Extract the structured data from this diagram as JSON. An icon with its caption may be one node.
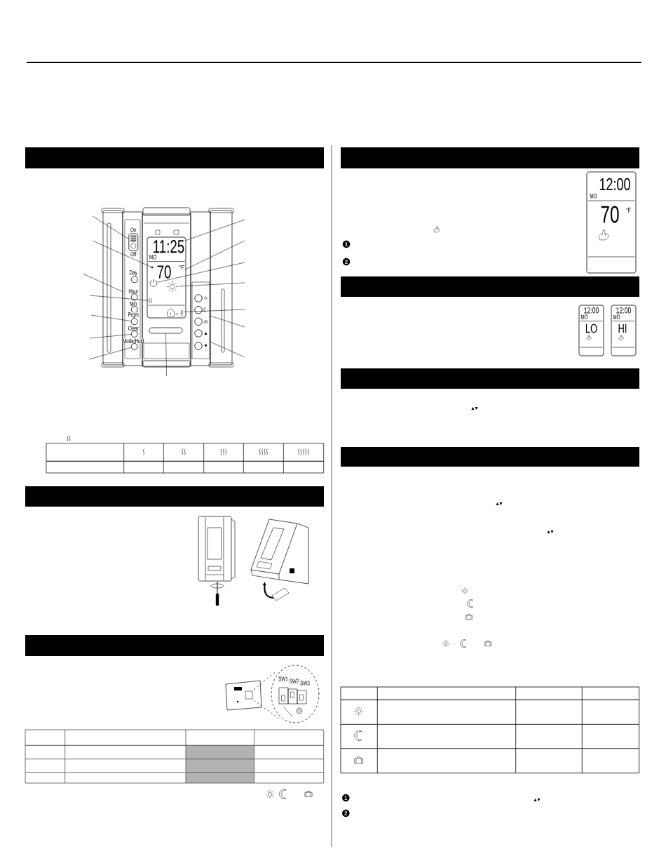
{
  "diagram": {
    "nodes": [
      {
        "text": [],
        "shape": "bar"
      },
      {
        "text": [],
        "shape": "box"
      },
      {
        "text": [
          "On",
          "Off"
        ]
      },
      {
        "text": [
          "Day"
        ]
      },
      {
        "text": [
          "Hour"
        ]
      },
      {
        "text": [
          "Min"
        ]
      },
      {
        "text": [
          "Prgm"
        ]
      },
      {
        "text": [
          "Clear"
        ]
      },
      {
        "text": [
          "Mode/Hold"
        ]
      },
      {
        "text": [
          "MO",
          "70"
        ]
      },
      {
        "text": [
          "11:25"
        ],
        "in": 9
      },
      {
        "text": [
          "°F"
        ],
        "in": 9
      },
      {
        "text": [],
        "shape": "circle",
        "in": 9
      },
      {
        "text": [],
        "shape": "picture",
        "in": 9
      },
      {
        "text": [],
        "shape": "picture",
        "in": 9
      },
      {
        "text": [],
        "shape": "picture",
        "in": 9
      },
      {
        "text": [],
        "shape": "picture",
        "in": 9
      },
      {
        "text": [],
        "shape": "box"
      },
      {
        "text": [],
        "shape": "circle"
      },
      {
        "text": [],
        "shape": "circle"
      },
      {
        "text": [],
        "shape": "circle"
      },
      {
        "text": [],
        "shape": "circle"
      },
      {
        "text": [],
        "shape": "circle"
      },
      {
        "text": [],
        "shape": "box"
      },
      {
        "text": [],
        "shape": "bar"
      },
      {
        "text": [],
        "shape": "bar"
      },
      {
        "text": [],
        "shape": "bar"
      },
      {
        "text": [
          "12:00",
          "MO",
          "70",
          "°F"
        ]
      },
      {
        "text": [],
        "shape": "bar"
      },
      {
        "text": [
          "12:00",
          "MO",
          "LO"
        ]
      },
      {
        "text": [
          "12:00",
          "MO",
          "HI"
        ]
      },
      {
        "text": [],
        "shape": "bar"
      },
      {
        "text": [],
        "shape": "bar"
      }
    ],
    "edges": [
      {
        "from": null,
        "to": 2,
        "arrow": "none"
      },
      {
        "from": null,
        "to": 12,
        "arrow": "none"
      },
      {
        "from": null,
        "to": 1,
        "arrow": "none"
      },
      {
        "from": null,
        "to": 15,
        "arrow": "none"
      },
      {
        "from": null,
        "to": 6,
        "arrow": "none"
      },
      {
        "from": null,
        "to": 7,
        "arrow": "none"
      },
      {
        "from": null,
        "to": 8,
        "arrow": "none"
      },
      {
        "from": null,
        "to": 10,
        "arrow": "none"
      },
      {
        "from": null,
        "to": 11,
        "arrow": "none"
      },
      {
        "from": null,
        "to": 13,
        "arrow": "none"
      },
      {
        "from": null,
        "to": 14,
        "arrow": "none"
      },
      {
        "from": null,
        "to": 16,
        "arrow": "none"
      },
      {
        "from": null,
        "to": 23,
        "arrow": "none"
      },
      {
        "from": null,
        "to": 23,
        "arrow": "none"
      },
      {
        "from": null,
        "to": 17,
        "arrow": "none"
      }
    ],
    "labels": [
      "SW1",
      "SW2",
      "SW3",
      "1",
      "2",
      "1",
      "2"
    ]
  }
}
